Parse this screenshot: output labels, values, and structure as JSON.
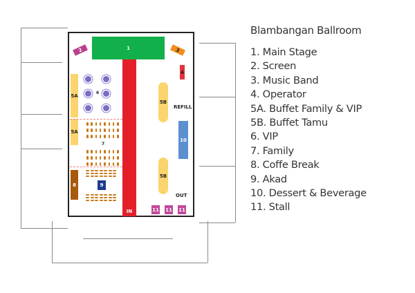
{
  "title": "Blambangan Ballroom",
  "legend": [
    "1. Main Stage",
    "2. Screen",
    "3. Music Band",
    "4. Operator",
    "5A. Buffet Family & VIP",
    "5B. Buffet Tamu",
    "6. VIP",
    "7. Family",
    "8. Coffe Break",
    "9. Akad",
    "10. Dessert & Beverage",
    "11. Stall"
  ],
  "plan": {
    "stage": "1",
    "screen": "2",
    "band": "3",
    "operator": "4",
    "buffet_family_top": "5A",
    "buffet_family_bottom": "5A",
    "buffet_tamu_top": "5B",
    "buffet_tamu_bottom": "5B",
    "vip": "6",
    "family": "7",
    "coffee_break": "8",
    "akad": "9",
    "dessert": "10",
    "stalls": [
      "11",
      "11",
      "11"
    ],
    "entrance": "IN",
    "exit": "OUT",
    "refill": "REFILL"
  },
  "colors": {
    "stage": "#12b04a",
    "screen": "#b8408f",
    "band": "#f28c1c",
    "operator": "#e3323d",
    "aisle": "#e3202a",
    "buffet": "#fbd46d",
    "vip_table": "#7a6cc4",
    "chair": "#c8791a",
    "coffee_break": "#a65a0c",
    "akad": "#1f3b8f",
    "dessert": "#5b8fd0",
    "stall": "#c2479d"
  }
}
